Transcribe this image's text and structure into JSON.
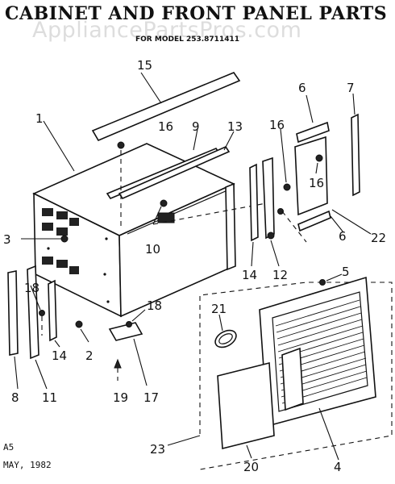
{
  "header": {
    "title": "CABINET AND FRONT PANEL PARTS",
    "subtitle": "FOR MODEL 253.8711411",
    "watermark": "AppliancePartsPros.com"
  },
  "footer": {
    "code": "A5",
    "date": "MAY, 1982"
  },
  "callouts": {
    "c1": "1",
    "c2": "2",
    "c3": "3",
    "c4": "4",
    "c5": "5",
    "c6a": "6",
    "c6b": "6",
    "c7": "7",
    "c8": "8",
    "c9": "9",
    "c10": "10",
    "c11": "11",
    "c12": "12",
    "c13": "13",
    "c14a": "14",
    "c14b": "14",
    "c15": "15",
    "c16a": "16",
    "c16b": "16",
    "c16c": "16",
    "c17": "17",
    "c18a": "18",
    "c18b": "18",
    "c19": "19",
    "c20": "20",
    "c21": "21",
    "c22": "22",
    "c23": "23"
  }
}
